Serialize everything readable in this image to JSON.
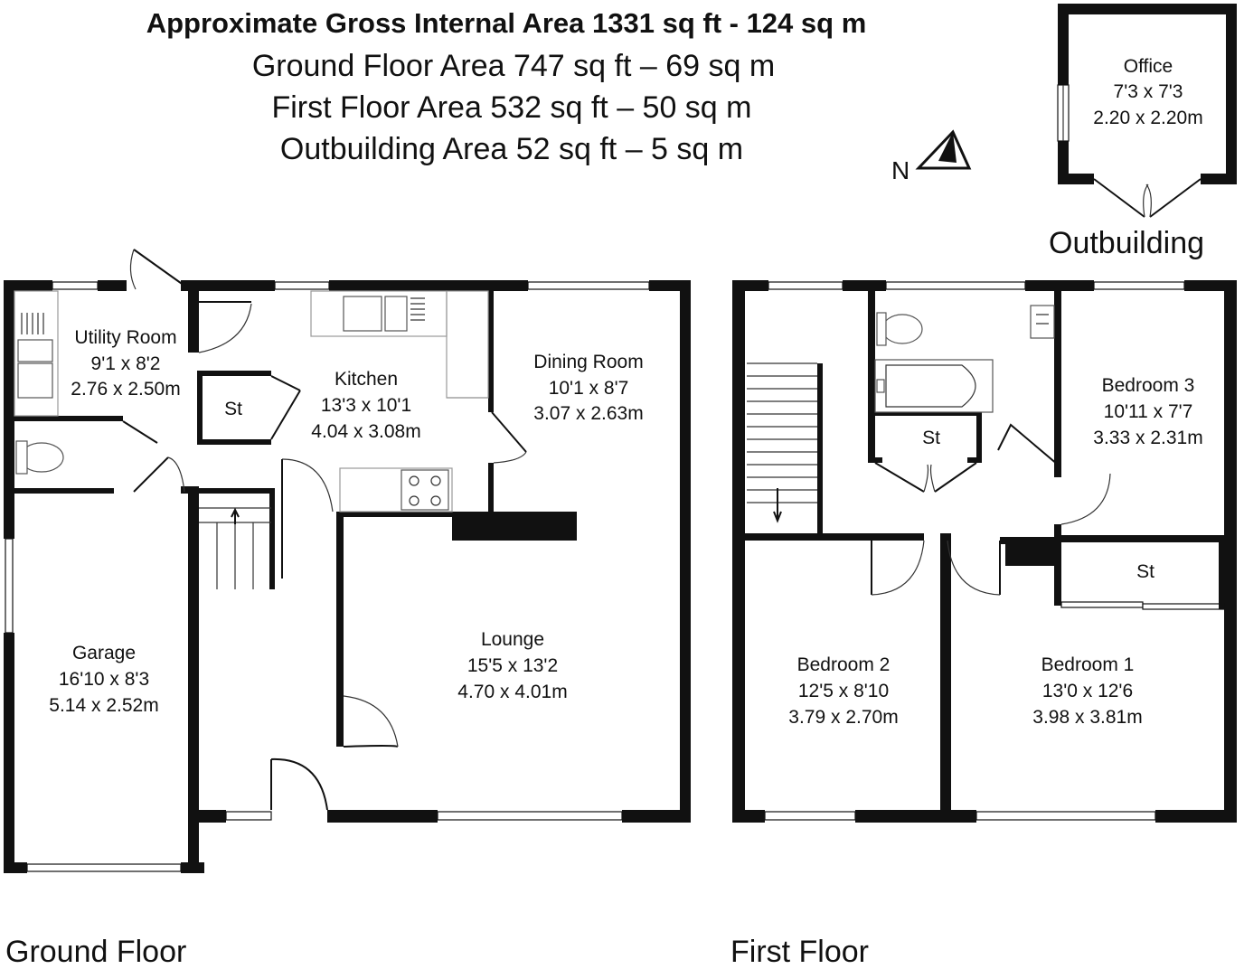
{
  "header": {
    "title": "Approximate Gross Internal Area 1331 sq ft - 124 sq m",
    "ground": "Ground Floor Area 747 sq ft – 69 sq m",
    "first": "First Floor Area 532 sq ft – 50 sq m",
    "outbuilding": "Outbuilding Area 52 sq ft – 5 sq m"
  },
  "compass": {
    "label": "N"
  },
  "floors": {
    "ground": "Ground Floor",
    "first": "First Floor",
    "outbuilding": "Outbuilding"
  },
  "rooms": {
    "utility": {
      "name": "Utility Room",
      "imperial": "9'1 x 8'2",
      "metric": "2.76 x 2.50m"
    },
    "kitchen": {
      "name": "Kitchen",
      "imperial": "13'3 x 10'1",
      "metric": "4.04 x 3.08m"
    },
    "dining": {
      "name": "Dining Room",
      "imperial": "10'1 x 8'7",
      "metric": "3.07 x 2.63m"
    },
    "lounge": {
      "name": "Lounge",
      "imperial": "15'5 x 13'2",
      "metric": "4.70 x 4.01m"
    },
    "garage": {
      "name": "Garage",
      "imperial": "16'10 x 8'3",
      "metric": "5.14 x 2.52m"
    },
    "bed2": {
      "name": "Bedroom 2",
      "imperial": "12'5 x 8'10",
      "metric": "3.79 x 2.70m"
    },
    "bed1": {
      "name": "Bedroom 1",
      "imperial": "13'0 x 12'6",
      "metric": "3.98 x 3.81m"
    },
    "bed3": {
      "name": "Bedroom 3",
      "imperial": "10'11 x 7'7",
      "metric": "3.33 x 2.31m"
    },
    "office": {
      "name": "Office",
      "imperial": "7'3 x 7'3",
      "metric": "2.20 x 2.20m"
    }
  },
  "stores": {
    "label": "St"
  }
}
